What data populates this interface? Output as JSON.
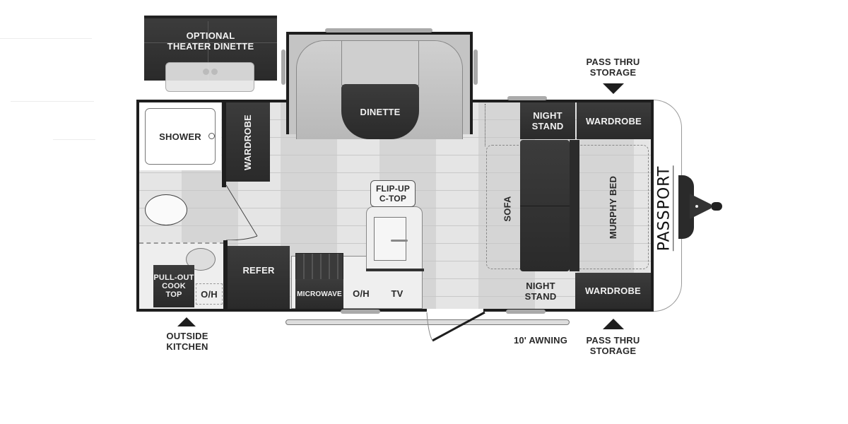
{
  "brand": {
    "logo_text": "PASSPORT"
  },
  "optional": {
    "theater_dinette": "OPTIONAL\nTHEATER DINETTE"
  },
  "rooms": {
    "dinette": "DINETTE",
    "shower": "SHOWER",
    "wardrobe_bath": "WARDROBE",
    "flip_up": "FLIP-UP\nC-TOP",
    "refer": "REFER",
    "microwave": "MICROWAVE",
    "oh_kitchen": "O/H",
    "tv": "TV",
    "pull_out_cook_top": "PULL-OUT\nCOOK\nTOP",
    "oh_outside": "O/H",
    "sofa": "SOFA",
    "murphy_bed": "MURPHY BED",
    "night_stand_top": "NIGHT\nSTAND",
    "night_stand_bottom": "NIGHT\nSTAND",
    "wardrobe_top": "WARDROBE",
    "wardrobe_bottom": "WARDROBE"
  },
  "callouts": {
    "pass_thru_top": "PASS THRU\nSTORAGE",
    "pass_thru_bottom": "PASS THRU\nSTORAGE",
    "outside_kitchen": "OUTSIDE\nKITCHEN",
    "awning": "10' AWNING"
  },
  "colors": {
    "cabinet": "#2f2f2f",
    "floor": "#dcdcdc",
    "wall": "#1e1e1e",
    "label_dark": "#2a2a2a"
  }
}
